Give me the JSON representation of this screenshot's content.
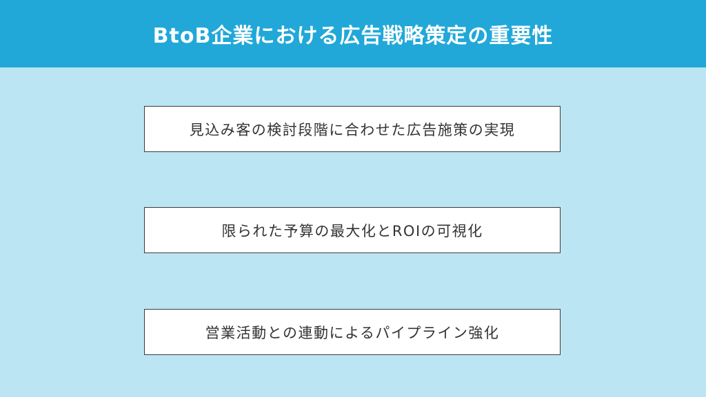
{
  "title": "BtoB企業における広告戦略策定の重要性",
  "items": [
    {
      "label": "見込み客の検討段階に合わせた広告施策の実現"
    },
    {
      "label": "限られた予算の最大化とROIの可視化"
    },
    {
      "label": "営業活動との連動によるパイプライン強化"
    }
  ],
  "colors": {
    "header_background": "#21a8d8",
    "page_background": "#bce5f3",
    "box_background": "#ffffff",
    "box_border": "#3a3a3a",
    "text": "#333333"
  }
}
